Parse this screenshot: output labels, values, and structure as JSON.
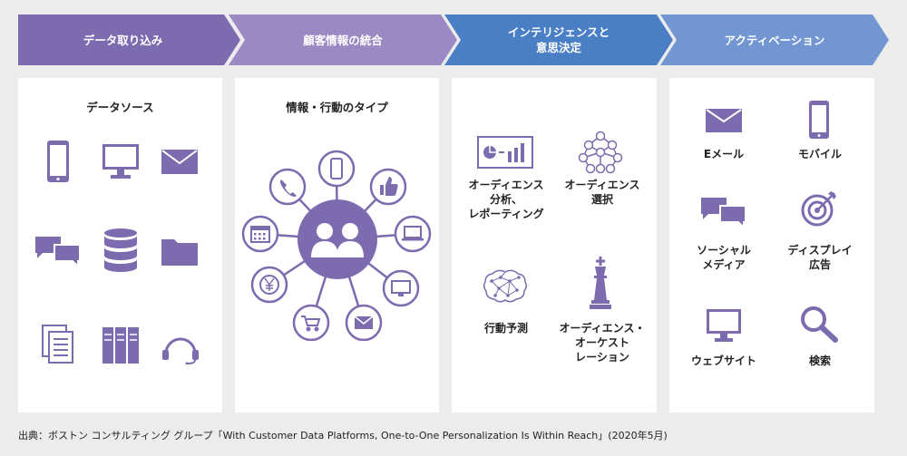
{
  "steps": [
    {
      "label": "データ取り込み",
      "color": "#7d6bb0"
    },
    {
      "label": "顧客情報の統合",
      "color": "#9b89c4"
    },
    {
      "label": "インテリジェンスと\n意思決定",
      "color": "#4a7fc6"
    },
    {
      "label": "アクティベーション",
      "color": "#7296d2"
    }
  ],
  "panel1": {
    "title": "データソース"
  },
  "panel2": {
    "title": "情報・行動のタイプ"
  },
  "panel3": {
    "items": [
      {
        "label": "オーディエンス\n分析、\nレポーティング"
      },
      {
        "label": "オーディエンス\n選択"
      },
      {
        "label": "行動予測"
      },
      {
        "label": "オーディエンス・\nオーケスト\nレーション"
      }
    ]
  },
  "panel4": {
    "items": [
      {
        "label": "Eメール"
      },
      {
        "label": "モバイル"
      },
      {
        "label": "ソーシャル\nメディア"
      },
      {
        "label": "ディスプレイ\n広告"
      },
      {
        "label": "ウェブサイト"
      },
      {
        "label": "検索"
      }
    ]
  },
  "footnote": "出典：ボストン コンサルティング グループ「With Customer Data Platforms, One-to-One Personalization Is Within Reach」(2020年5月)",
  "icon_color": "#7d6bb0"
}
